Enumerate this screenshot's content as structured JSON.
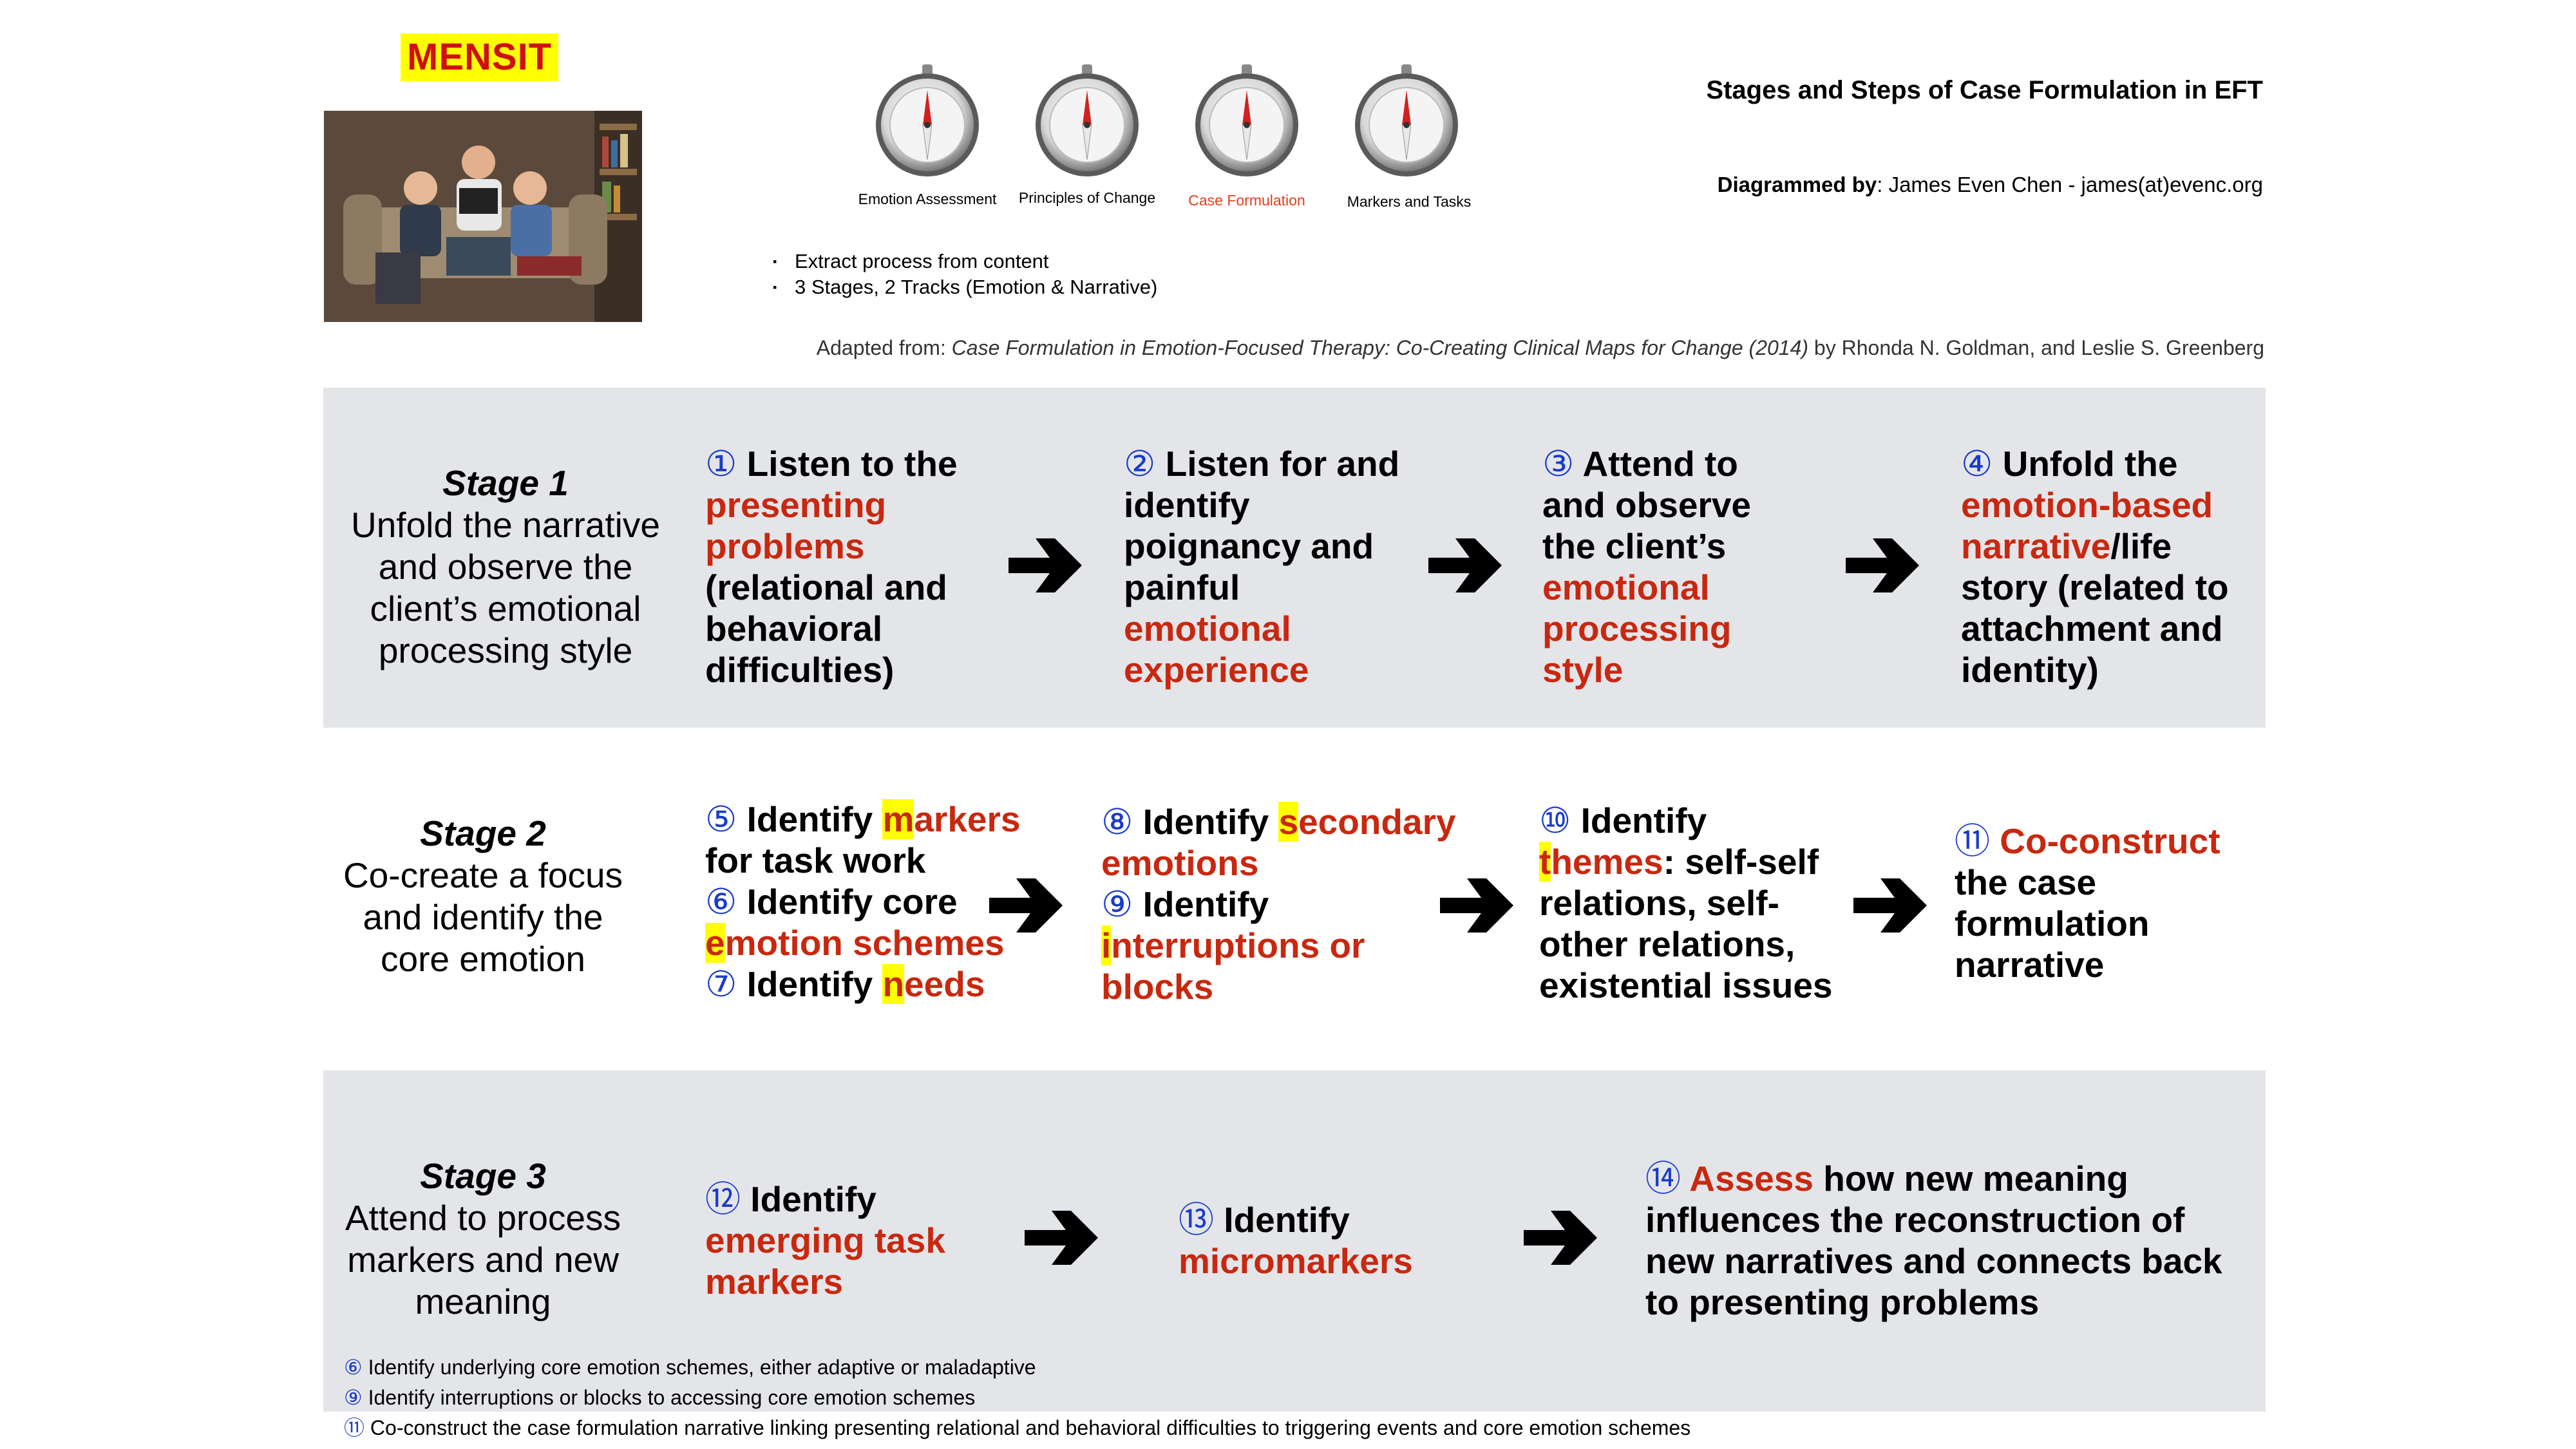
{
  "header": {
    "logo": "MENSIT",
    "title": "Stages and Steps of Case Formulation in EFT",
    "byline_label": "Diagrammed by",
    "byline_value": ": James Even Chen - james(at)evenc.org",
    "compasses": [
      {
        "label": "Emotion Assessment",
        "color": "#000000"
      },
      {
        "label": "Principles of Change",
        "color": "#000000"
      },
      {
        "label": "Case Formulation",
        "color": "#e0401a"
      },
      {
        "label": "Markers and Tasks",
        "color": "#000000"
      }
    ],
    "bullets": [
      "Extract process from content",
      "3 Stages, 2 Tracks (Emotion & Narrative)"
    ],
    "adapted_prefix": "Adapted from: ",
    "adapted_title": "Case Formulation in Emotion-Focused Therapy: Co-Creating Clinical Maps for Change  (2014)",
    "adapted_suffix": " by Rhonda N. Goldman, and Leslie S. Greenberg"
  },
  "stage1": {
    "name": "Stage 1",
    "desc": [
      "Unfold the narrative",
      "and observe the",
      "client’s emotional",
      "processing style"
    ],
    "s1": {
      "num": "①",
      "a": " Listen to the",
      "red": "presenting problems",
      "rest": "(relational and behavioral difficulties)"
    },
    "s2": {
      "num": "②",
      "a": " Listen for and identify poignancy and painful",
      "red": "emotional experience"
    },
    "s3": {
      "num": "③",
      "a": " Attend to and observe the client’s",
      "red": "emotional processing style"
    },
    "s4": {
      "num": "④",
      "a": " Unfold the",
      "red": "emotion-based narrative",
      "rest": "/life story (related to attachment and identity)"
    }
  },
  "stage2": {
    "name": "Stage 2",
    "desc": [
      "Co-create a focus",
      "and identify the",
      "core emotion"
    ],
    "s5": {
      "num": "⑤",
      "a": " Identify ",
      "hl": "m",
      "red": "arkers",
      "rest": "for task work"
    },
    "s6": {
      "num": "⑥",
      "a": " Identify core",
      "hl": "e",
      "red": "motion schemes"
    },
    "s7": {
      "num": "⑦",
      "a": " Identify ",
      "hl": "n",
      "red": "eeds"
    },
    "s8": {
      "num": "⑧",
      "a": " Identify ",
      "hl": "s",
      "red": "econdary",
      "red2": "emotions"
    },
    "s9": {
      "num": "⑨",
      "a": " Identify",
      "hl": "i",
      "red": "nterruptions or",
      "red2": "blocks"
    },
    "s10": {
      "num": "⑩",
      "a": " Identify",
      "hl": "t",
      "red": "hemes",
      "rest": ": self-self relations, self-other relations, existential issues"
    },
    "s11": {
      "num": "⑪",
      "red": " Co-construct",
      "rest": "the case formulation narrative"
    }
  },
  "stage3": {
    "name": "Stage 3",
    "desc": [
      "Attend to process",
      "markers and new",
      "meaning"
    ],
    "s12": {
      "num": "⑫",
      "a": " Identify",
      "red": "emerging task markers"
    },
    "s13": {
      "num": "⑬",
      "a": " Identify",
      "red": "micromarkers"
    },
    "s14": {
      "num": "⑭",
      "red": " Assess",
      "rest": " how new meaning influences the reconstruction of new narratives and connects back to presenting problems"
    }
  },
  "footnotes": [
    {
      "num": "⑥",
      "text": " Identify underlying core emotion schemes, either adaptive or maladaptive"
    },
    {
      "num": "⑨",
      "text": " Identify interruptions or blocks to accessing core emotion schemes"
    },
    {
      "num": "⑪",
      "text": " Co-construct the case formulation narrative linking presenting relational and behavioral difficulties to triggering events and core emotion schemes"
    }
  ],
  "colors": {
    "accent_red": "#c8280f",
    "number_blue": "#1a3cc8",
    "highlight": "#ffff00",
    "band": "#e4e5e9"
  }
}
